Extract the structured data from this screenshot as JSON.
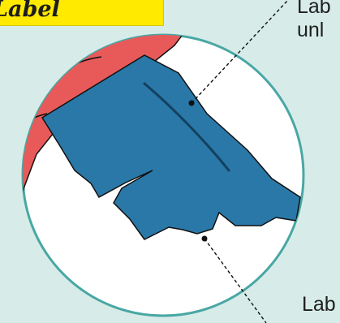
{
  "header": {
    "tag": "Label"
  },
  "annotations": [
    {
      "text": "Lab\nunl"
    },
    {
      "text": "Lab"
    }
  ],
  "colors": {
    "background": "#d7ece8",
    "circle_border": "#49a7a4",
    "red_region": "#e85a5a",
    "blue_region": "#2a78a8",
    "tag_bg": "#ffea00"
  }
}
